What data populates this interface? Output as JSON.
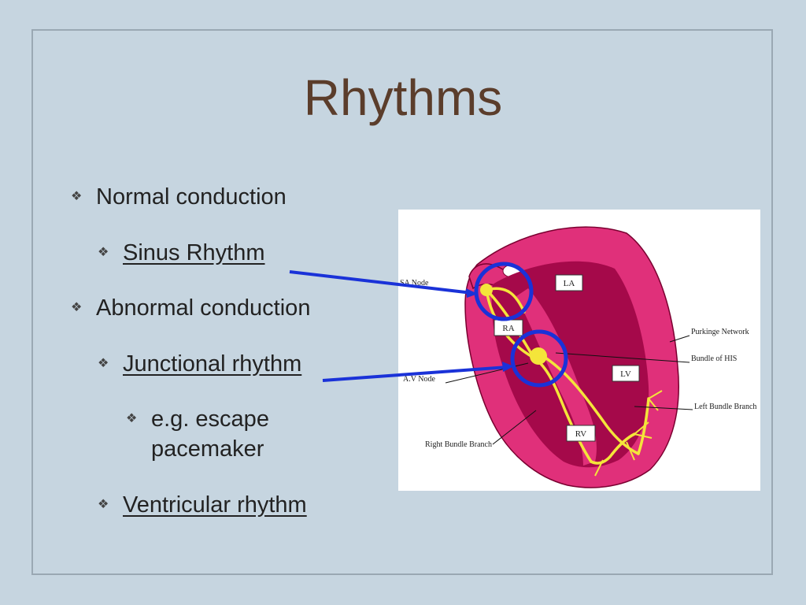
{
  "slide": {
    "title": "Rhythms",
    "bullets": [
      {
        "level": 1,
        "text": "Normal conduction"
      },
      {
        "level": 2,
        "text": "Sinus Rhythm"
      },
      {
        "level": 1,
        "text": "Abnormal conduction"
      },
      {
        "level": 2,
        "text": "Junctional rhythm"
      },
      {
        "level": 3,
        "text": "e.g. escape pacemaker"
      },
      {
        "level": 2,
        "text": "Ventricular rhythm"
      }
    ],
    "bullet_glyph": "❖"
  },
  "diagram": {
    "labels": {
      "sa_node": "SA Node",
      "av_node": "A.V Node",
      "la": "LA",
      "ra": "RA",
      "lv": "LV",
      "rv": "RV",
      "purkinje": "Purkinge Network",
      "bundle_his": "Bundle of HIS",
      "left_bundle": "Left Bundle Branch",
      "right_bundle": "Right Bundle Branch"
    },
    "colors": {
      "myocardium": "#e0307a",
      "chamber": "#a5094a",
      "conduction": "#f4e53a",
      "highlight_circle": "#1a32d8",
      "arrow": "#1a32d8",
      "background": "#c6d5e0",
      "title": "#5b3d2b"
    }
  }
}
